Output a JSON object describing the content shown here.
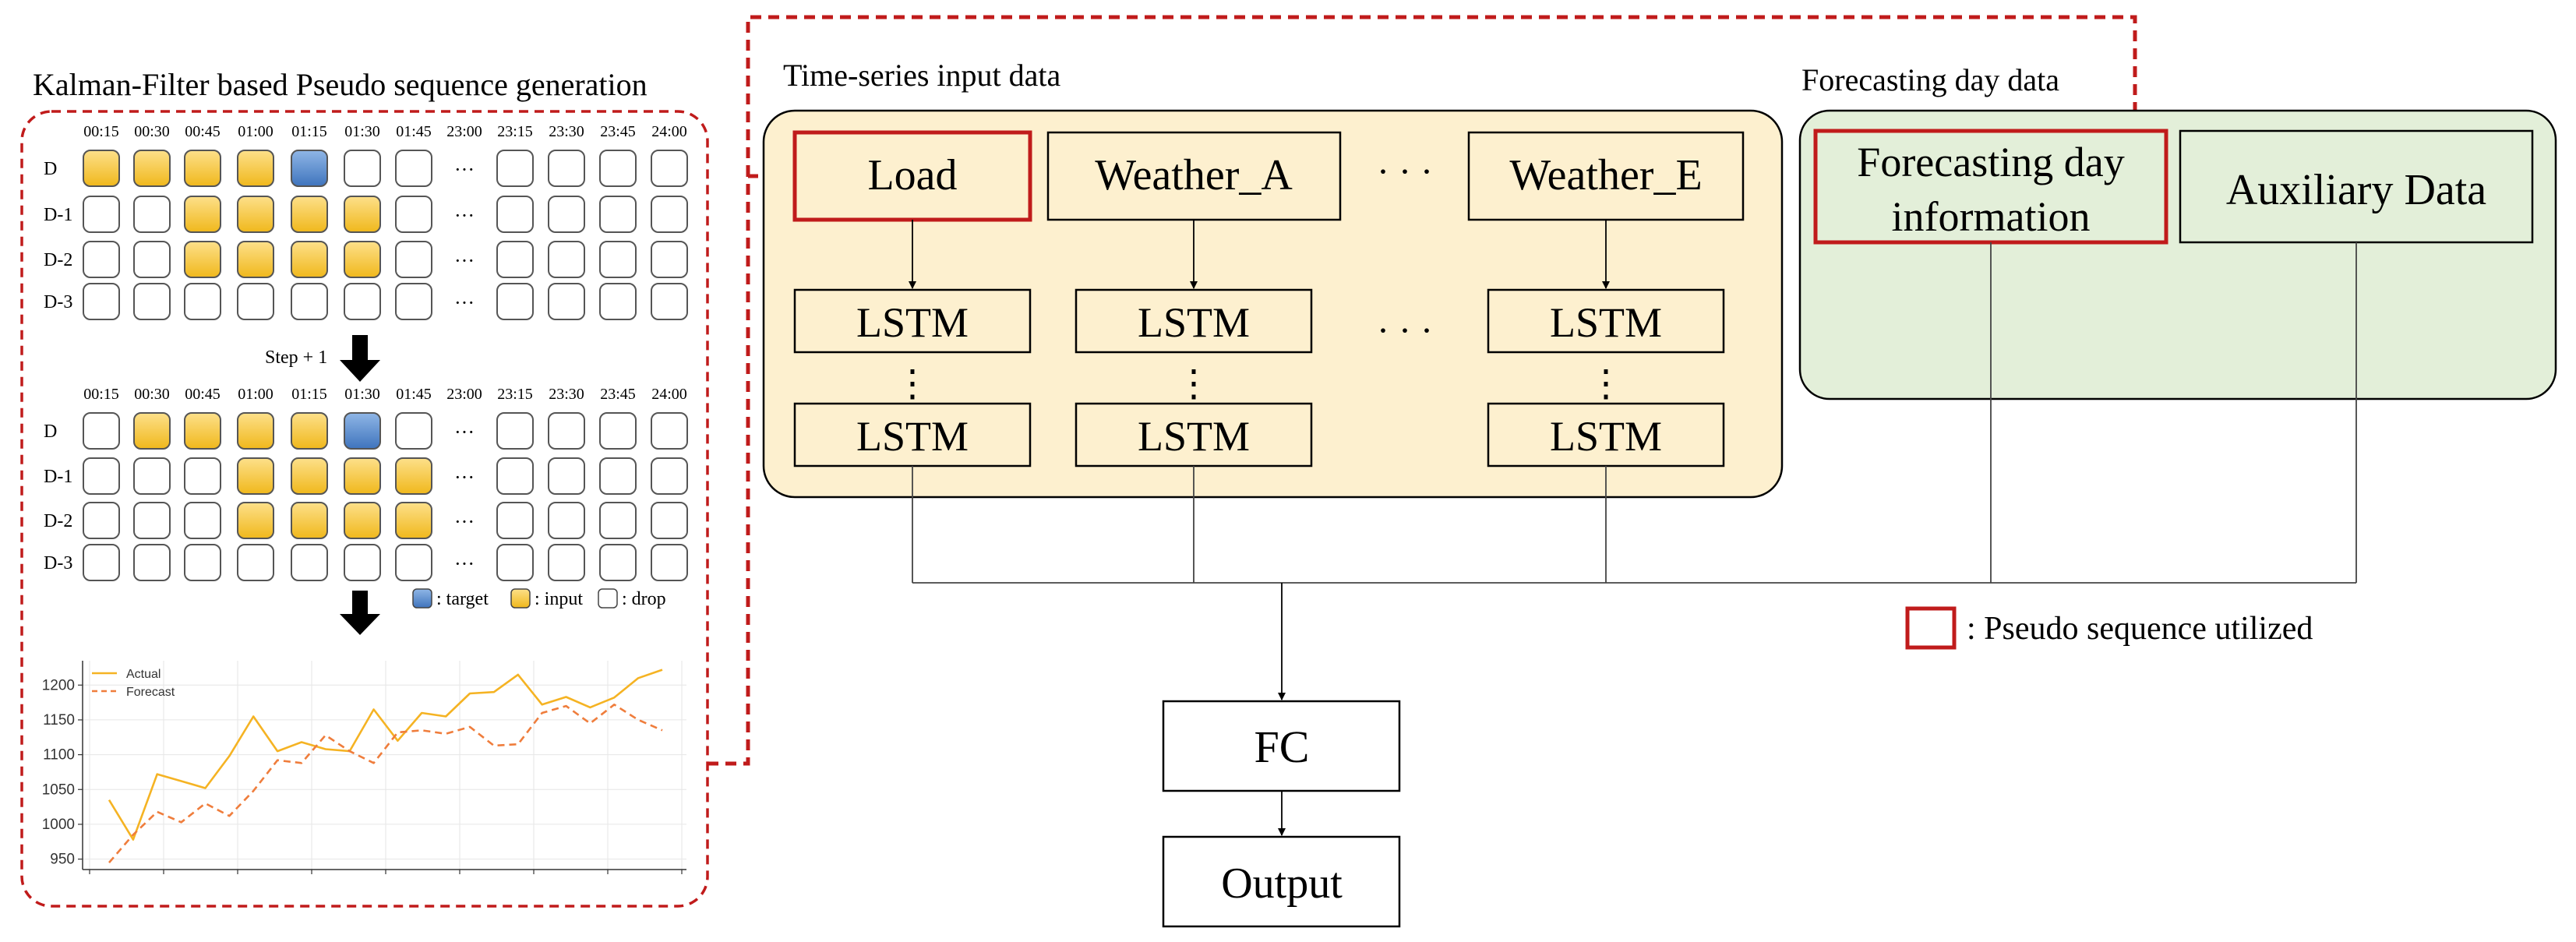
{
  "left_panel": {
    "title": "Kalman-Filter based Pseudo sequence generation",
    "time_labels": [
      "00:15",
      "00:30",
      "00:45",
      "01:00",
      "01:15",
      "01:30",
      "01:45",
      "23:00",
      "23:15",
      "23:30",
      "23:45",
      "24:00"
    ],
    "row_labels": [
      "D",
      "D-1",
      "D-2",
      "D-3"
    ],
    "ellipsis": "···",
    "grid1_states": [
      [
        "input",
        "input",
        "input",
        "input",
        "target",
        "drop",
        "drop",
        "drop",
        "drop",
        "drop",
        "drop"
      ],
      [
        "drop",
        "drop",
        "input",
        "input",
        "input",
        "input",
        "drop",
        "drop",
        "drop",
        "drop",
        "drop"
      ],
      [
        "drop",
        "drop",
        "input",
        "input",
        "input",
        "input",
        "drop",
        "drop",
        "drop",
        "drop",
        "drop"
      ],
      [
        "drop",
        "drop",
        "drop",
        "drop",
        "drop",
        "drop",
        "drop",
        "drop",
        "drop",
        "drop",
        "drop"
      ]
    ],
    "grid2_states": [
      [
        "drop",
        "input",
        "input",
        "input",
        "input",
        "target",
        "drop",
        "drop",
        "drop",
        "drop",
        "drop"
      ],
      [
        "drop",
        "drop",
        "drop",
        "input",
        "input",
        "input",
        "input",
        "drop",
        "drop",
        "drop",
        "drop"
      ],
      [
        "drop",
        "drop",
        "drop",
        "input",
        "input",
        "input",
        "input",
        "drop",
        "drop",
        "drop",
        "drop"
      ],
      [
        "drop",
        "drop",
        "drop",
        "drop",
        "drop",
        "drop",
        "drop",
        "drop",
        "drop",
        "drop",
        "drop"
      ]
    ],
    "step_label": "Step + 1",
    "legend": {
      "target": ": target",
      "input": ": input",
      "drop": ": drop"
    }
  },
  "chart_data": {
    "type": "line",
    "x": [
      0,
      1,
      2,
      3,
      4,
      5,
      6,
      7,
      8,
      9,
      10,
      11,
      12,
      13,
      14,
      15,
      16,
      17,
      18,
      19,
      20,
      21,
      22,
      23,
      24,
      25
    ],
    "series": [
      {
        "name": "Actual",
        "color": "#f5b323",
        "dash": "solid",
        "values": [
          1035,
          978,
          1072,
          1062,
          1052,
          1098,
          1155,
          1105,
          1118,
          1108,
          1105,
          1165,
          1120,
          1160,
          1155,
          1188,
          1190,
          1215,
          1172,
          1183,
          1168,
          1182,
          1210,
          1222
        ]
      },
      {
        "name": "Forecast",
        "color": "#ef7d3c",
        "dash": "dashed",
        "values": [
          945,
          985,
          1018,
          1003,
          1030,
          1012,
          1048,
          1092,
          1088,
          1128,
          1105,
          1088,
          1132,
          1135,
          1130,
          1140,
          1113,
          1115,
          1160,
          1170,
          1145,
          1172,
          1150,
          1135
        ]
      }
    ],
    "ytick_labels": [
      "950",
      "1000",
      "1050",
      "1100",
      "1150",
      "1200"
    ],
    "yticks": [
      950,
      1000,
      1050,
      1100,
      1150,
      1200
    ],
    "ylim": [
      935,
      1235
    ],
    "grid": true,
    "legend_position": "top-left"
  },
  "center": {
    "title": "Time-series input data",
    "inputs": [
      "Load",
      "Weather_A",
      "Weather_E"
    ],
    "lstm_label": "LSTM",
    "ellipsis": "· · ·",
    "vdots": "⋮"
  },
  "right": {
    "title": "Forecasting day data",
    "box1_line1": "Forecasting day",
    "box1_line2": "information",
    "box2": "Auxiliary Data"
  },
  "fc_label": "FC",
  "output_label": "Output",
  "pseudo_legend": ": Pseudo sequence utilized",
  "colors": {
    "input_fill": "#f7c934",
    "target_fill": "#5b8fd0",
    "panel_yellow": "#fdf0cf",
    "panel_green": "#e3efd9",
    "highlight_red": "#c01b1b"
  }
}
